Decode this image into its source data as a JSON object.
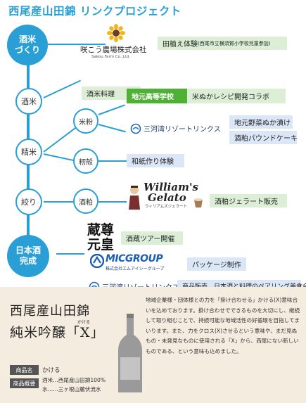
{
  "title": "西尾産山田錦 リンクプロジェクト",
  "stages": {
    "sake_rice": "酒米\nづくり",
    "sake": "酒米",
    "polishing": "精米",
    "pressing": "絞り",
    "complete": "日本酒\n完成"
  },
  "subnodes": {
    "rice_flour": "米粉",
    "husk": "籾殻",
    "lees": "酒粕"
  },
  "items": {
    "rice_planting": "田植え体験",
    "rice_planting_note": "(西尾市立横須賀小学校児童参加)",
    "sake_cooking": "酒米料理",
    "high_school": "地元高等学校",
    "nukazuke_recipe": "米ぬかレシピ開発コラボ",
    "vegetable_pickles": "地元野菜ぬか漬け",
    "lees_pound_cake": "酒粕パウンドケーキ",
    "washi_experience": "和紙作り体験",
    "lees_gelato": "酒粕ジェラート販売",
    "sake_tour": "酒蔵ツアー開催",
    "package": "パッケージ制作",
    "pairing": "商品販売、日本酒と料理のペアリング美食会"
  },
  "logos": {
    "farm_name": "咲こう農場株式会社",
    "farm_sub": "Sakou Farm Co.,Ltd.",
    "mikawa": "三河湾リゾートリンクス",
    "gelato_1": "William's",
    "gelato_2": "Gelato",
    "gelato_sub": "ウィリアムズジェラート",
    "brewery_1": "蔵尊",
    "brewery_2": "元皇",
    "mic_name": "MICGROUP",
    "mic_sub": "株式会社エムアイシーグループ"
  },
  "product": {
    "name_line1": "西尾産山田錦",
    "name_line2": "純米吟醸「X」",
    "ruby": "かける",
    "label_name": "商品名",
    "value_name": "かける",
    "label_overview": "商品概要",
    "overview_1": "酒米…西尾産山田錦100%",
    "overview_2": "水……三ヶ根山麓伏流水"
  },
  "description": "地域企業様・団体様との力を「掛け合わせる」かける(X)意味合いを込めております。掛け合わせでできるものを大切にし、継続して取り組むことで、持続可能な地域活性の好循環を目指してまいります。また、力をクロス(X)させるという意味や、まだ見ぬもの・未発見なものに使用される「X」から、西尾にない新しいものである、という意味も込めました。",
  "colors": {
    "accent": "#2a9fd6",
    "green_head": "#4fb036",
    "green_bg": "#dcefd6",
    "blue_bg": "#dbe6f7",
    "bottom_bg": "#f5ece0"
  }
}
